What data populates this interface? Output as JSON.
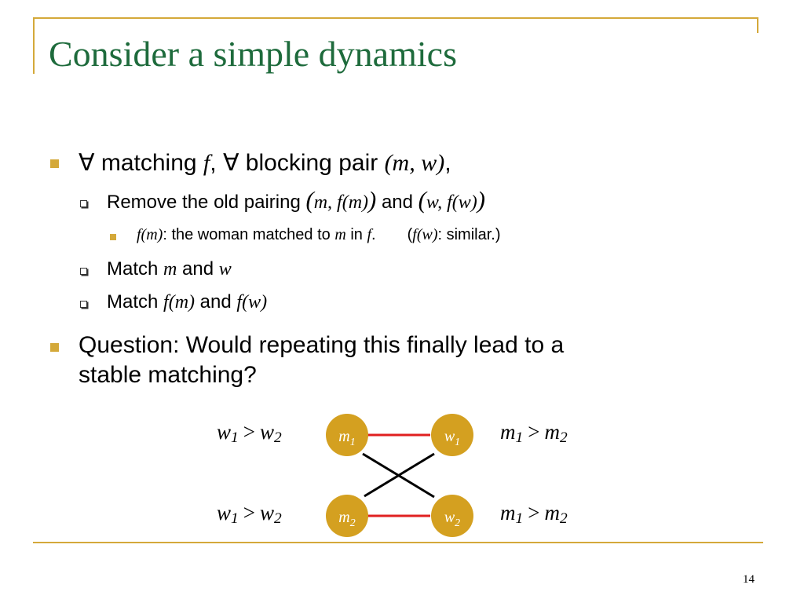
{
  "slide": {
    "title": "Consider a simple dynamics",
    "page_number": "14"
  },
  "bullets": {
    "b1": {
      "forall_1": "∀ matching ",
      "f": "f",
      "sep": ", ",
      "forall_2": "∀ blocking pair ",
      "pair": "(m, w)",
      "end": ","
    },
    "b1a": {
      "text": "Remove the old pairing ",
      "open_1": "(",
      "inner_1": "m, f(m)",
      "close_1": ")",
      "and": " and ",
      "open_2": "(",
      "inner_2": "w, f(w)",
      "close_2": ")"
    },
    "b1a_i": {
      "fm": "f(m)",
      "text_1": ": the woman matched to ",
      "m": "m",
      "text_2": " in ",
      "f": "f",
      "dot": ".",
      "paren_open": "(",
      "fw": "f(w)",
      "text_3": ": similar.)"
    },
    "b1b": {
      "text_1": "Match ",
      "m": "m",
      "and": " and ",
      "w": "w"
    },
    "b1c": {
      "text_1": "Match ",
      "fm": "f(m)",
      "and": " and ",
      "fw": "f(w)"
    },
    "b2": {
      "line_1": "Question: Would repeating this finally lead to a",
      "line_2": "stable matching?"
    }
  },
  "diagram": {
    "left_pref_top": {
      "a": "w",
      "a_sub": "1",
      "op": ">",
      "b": "w",
      "b_sub": "2"
    },
    "left_pref_bottom": {
      "a": "w",
      "a_sub": "1",
      "op": ">",
      "b": "w",
      "b_sub": "2"
    },
    "right_pref_top": {
      "a": "m",
      "a_sub": "1",
      "op": ">",
      "b": "m",
      "b_sub": "2"
    },
    "right_pref_bottom": {
      "a": "m",
      "a_sub": "1",
      "op": ">",
      "b": "m",
      "b_sub": "2"
    },
    "nodes": {
      "m1": {
        "label": "m",
        "sub": "1"
      },
      "m2": {
        "label": "m",
        "sub": "2"
      },
      "w1": {
        "label": "w",
        "sub": "1"
      },
      "w2": {
        "label": "w",
        "sub": "2"
      }
    },
    "colors": {
      "node_fill": "#D4A020",
      "node_text": "#FFFFFF",
      "match_edge": "#E02020",
      "block_edge": "#000000"
    }
  },
  "theme": {
    "title_color": "#1E6B3C",
    "accent": "#D4A93A"
  }
}
